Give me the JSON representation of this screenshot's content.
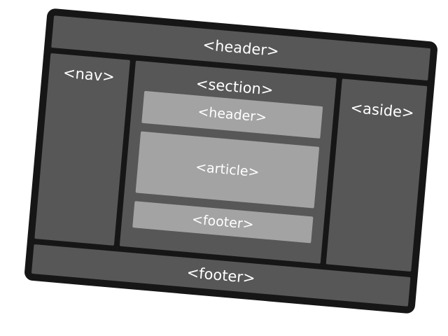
{
  "colors": {
    "page_bg": "#ffffff",
    "card_bg": "#161616",
    "box_bg": "#575757",
    "inner_box_bg": "#a3a3a3",
    "label_color": "#ffffff"
  },
  "diagram": {
    "header": "<header>",
    "nav": "<nav>",
    "section": "<section>",
    "section_header": "<header>",
    "article": "<article>",
    "section_footer": "<footer>",
    "aside": "<aside>",
    "footer": "<footer>"
  }
}
